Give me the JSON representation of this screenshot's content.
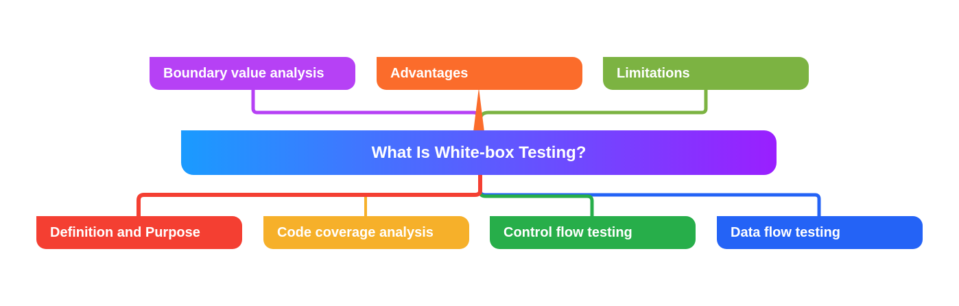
{
  "root": {
    "label": "What Is White-box Testing?",
    "gradient": [
      "#1a9bff",
      "#9a1fff"
    ]
  },
  "top_branches": [
    {
      "label": "Boundary value analysis",
      "color": "#b641f5"
    },
    {
      "label": "Advantages",
      "color": "#fb6c2b"
    },
    {
      "label": "Limitations",
      "color": "#7cb342"
    }
  ],
  "bottom_branches": [
    {
      "label": "Definition and Purpose",
      "color": "#f43f32"
    },
    {
      "label": "Code coverage analysis",
      "color": "#f6b02a"
    },
    {
      "label": "Control flow testing",
      "color": "#27ae4a"
    },
    {
      "label": "Data flow testing",
      "color": "#2463f6"
    }
  ]
}
